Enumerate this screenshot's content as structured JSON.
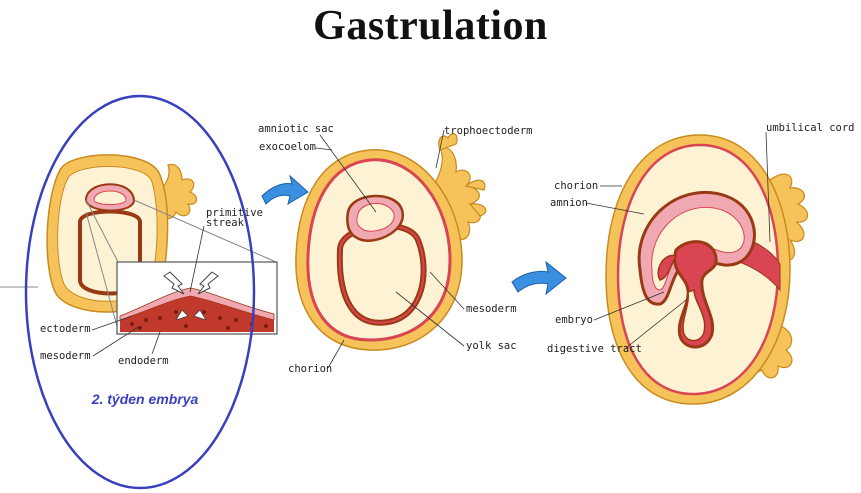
{
  "title": "Gastrulation",
  "caption": "2. týden embrya",
  "colors": {
    "caption": "#3a3fbf",
    "highlight_ring": "#3a3fbf",
    "arrow": "#3b8fe0",
    "outer_layer": "#f6c35a",
    "cream": "#fdf3d4",
    "dark_ring": "#9a3a14",
    "red_tissue": "#d94552",
    "pink_tissue": "#f0a9b2"
  },
  "stage1": {
    "labels": {
      "primitive_streak": "primitive\nstreak",
      "ectoderm": "ectoderm",
      "mesoderm": "mesoderm",
      "endoderm": "endoderm"
    }
  },
  "stage2": {
    "labels": {
      "amniotic_sac": "amniotic sac",
      "exocoelom": "exocoelom",
      "trophoectoderm": "trophoectoderm",
      "mesoderm": "mesoderm",
      "yolk_sac": "yolk sac",
      "chorion": "chorion"
    }
  },
  "stage3": {
    "labels": {
      "chorion": "chorion",
      "umbilical_cord": "umbilical cord",
      "amnion": "amnion",
      "embryo": "embryo",
      "digestive_tract": "digestive tract"
    }
  }
}
